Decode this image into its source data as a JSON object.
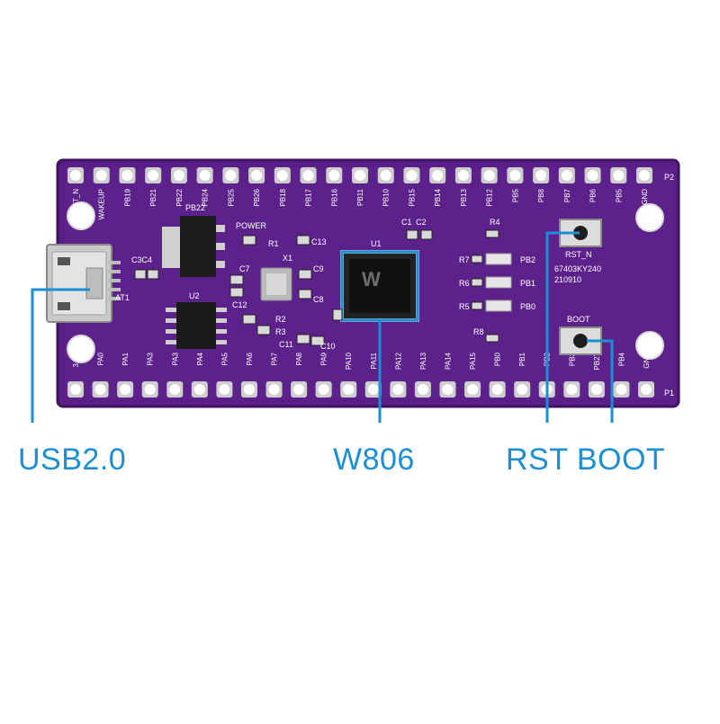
{
  "board": {
    "colors": {
      "pcb": "#5a1f86",
      "pcb_edge": "#3e1260",
      "silk": "#ffffff",
      "pad": "#cfcfcf",
      "callout": "#1a8fd6"
    },
    "top_pins": [
      "RST_N",
      "WAKEUP",
      "PB19",
      "PB21",
      "PB22",
      "PB24",
      "PB25",
      "PB26",
      "PB18",
      "PB17",
      "PB16",
      "PB11",
      "PB10",
      "PB15",
      "PB14",
      "PB13",
      "PB12",
      "PB5",
      "PB8",
      "PB7",
      "PB6",
      "PB5",
      "GND"
    ],
    "bottom_pins": [
      "3.3V",
      "PA0",
      "PA1",
      "PA3",
      "PA3",
      "PA4",
      "PA5",
      "PA6",
      "PA7",
      "PA8",
      "PA9",
      "PA10",
      "PA11",
      "PA12",
      "PA13",
      "PA14",
      "PA15",
      "PB0",
      "PB1",
      "PB2",
      "PB3",
      "PB27",
      "PB4",
      "GND"
    ],
    "header_labels": {
      "top": "P2",
      "bottom": "P1"
    },
    "components": [
      "PB22",
      "POWER",
      "R1",
      "X1",
      "C13",
      "C3C4",
      "C7",
      "C9",
      "C8",
      "C12",
      "U2",
      "R2",
      "R3",
      "C11",
      "C10",
      "U1",
      "C1",
      "C2",
      "R4",
      "R7",
      "R6",
      "R5",
      "R8",
      "AT1"
    ],
    "led_labels": [
      "PB2",
      "PB1",
      "PB0"
    ],
    "buttons": {
      "rst": "RST_N",
      "boot": "BOOT"
    },
    "marking": {
      "line1": "67403KY240",
      "line2": "210910"
    }
  },
  "callouts": {
    "usb": "USB2.0",
    "chip": "W806",
    "rst_boot": "RST BOOT"
  }
}
